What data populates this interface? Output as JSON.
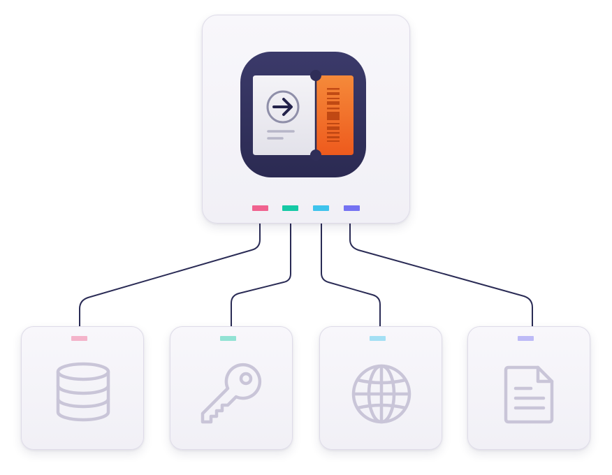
{
  "diagram": {
    "hub": {
      "icon": "ticket-arrow-app-icon",
      "ports": [
        {
          "name": "database-port",
          "color": "#f0628f"
        },
        {
          "name": "key-port",
          "color": "#16c9a5"
        },
        {
          "name": "globe-port",
          "color": "#3fc3ec"
        },
        {
          "name": "document-port",
          "color": "#7572f2"
        }
      ]
    },
    "nodes": [
      {
        "icon": "database-icon",
        "port_color": "#f0628f"
      },
      {
        "icon": "key-icon",
        "port_color": "#16c9a5"
      },
      {
        "icon": "globe-icon",
        "port_color": "#3fc3ec"
      },
      {
        "icon": "document-icon",
        "port_color": "#7572f2"
      }
    ],
    "colors": {
      "connector": "#2a2b55",
      "icon_stroke": "#c9c5d8",
      "app_background": "#34335f",
      "ticket_orange": "#f26a21"
    }
  }
}
